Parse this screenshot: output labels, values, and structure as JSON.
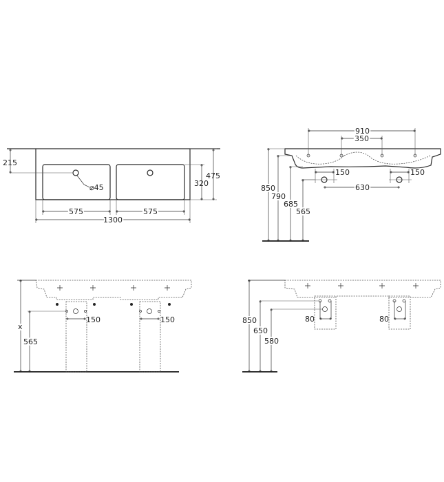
{
  "top_view": {
    "dim_215": "215",
    "dim_475": "475",
    "dim_320": "320",
    "dim_575_left": "575",
    "dim_575_right": "575",
    "dim_1300": "1300",
    "dim_hole_diameter": "⌀45"
  },
  "side_view": {
    "dim_910": "910",
    "dim_350": "350",
    "dim_150_left": "150",
    "dim_150_right": "150",
    "dim_630": "630",
    "dim_850": "850",
    "dim_790": "790",
    "dim_685": "685",
    "dim_565": "565"
  },
  "front_view_pedestal": {
    "dim_x": "x",
    "dim_565": "565",
    "dim_150_left": "150",
    "dim_150_right": "150"
  },
  "front_view_semi_pedestal": {
    "dim_850": "850",
    "dim_650": "650",
    "dim_580": "580",
    "dim_80_left": "80",
    "dim_80_right": "80"
  }
}
